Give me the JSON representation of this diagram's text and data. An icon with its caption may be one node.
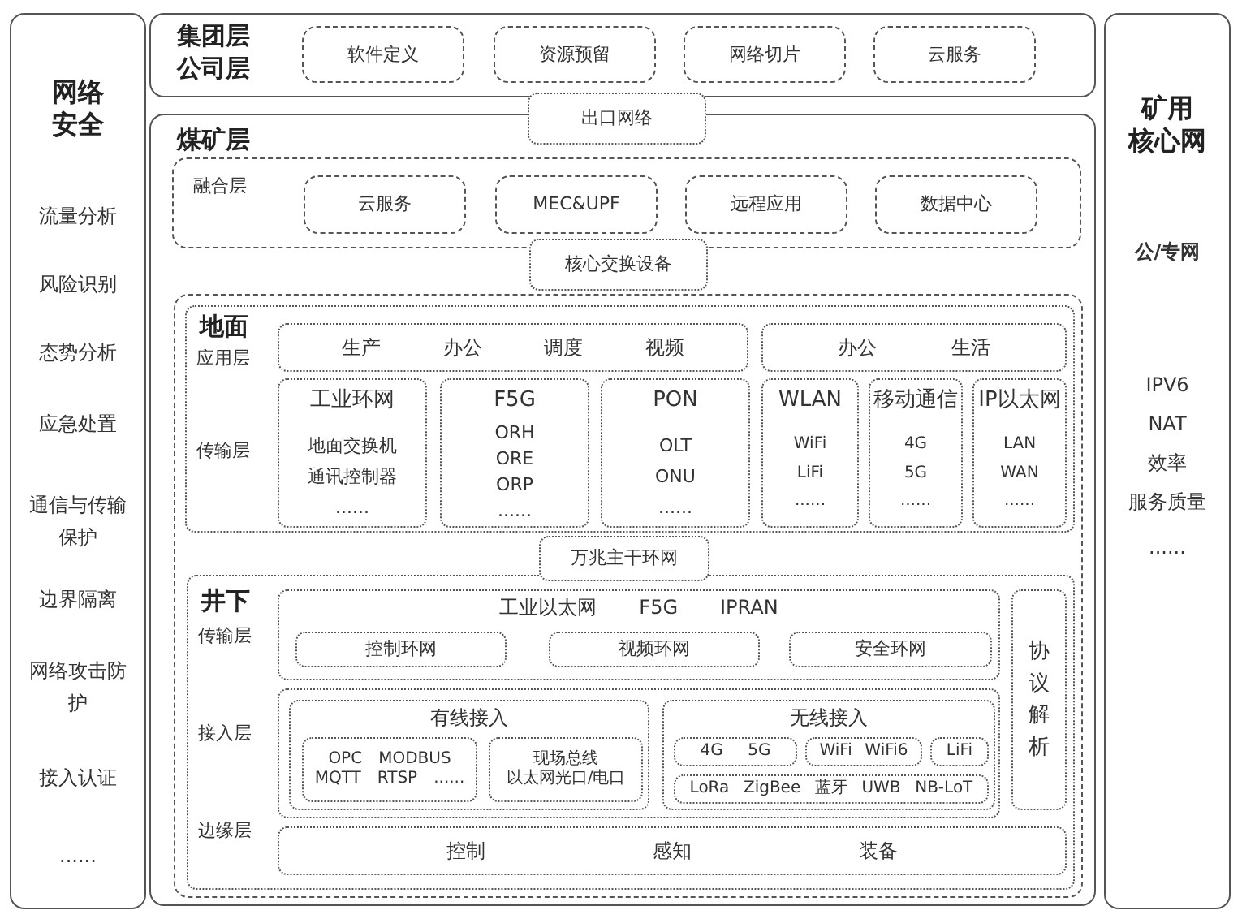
{
  "diagram": {
    "nodes": [
      {
        "text": [
          "网络安全",
          "流量分析",
          "风险识别",
          "态势分析",
          "应急处置",
          "通信与传输保护",
          "边界隔离",
          "网络攻击防护",
          "接入认证",
          "......"
        ]
      },
      {
        "text": [
          "集团层",
          "公司层"
        ]
      },
      {
        "text": [
          "软件定义"
        ],
        "in": 1
      },
      {
        "text": [
          "资源预留"
        ],
        "in": 1
      },
      {
        "text": [
          "网络切片"
        ],
        "in": 1
      },
      {
        "text": [
          "云服务"
        ],
        "in": 1
      },
      {
        "text": [
          "出口网络"
        ]
      },
      {
        "text": [
          "煤矿层"
        ]
      },
      {
        "text": [
          "融合层"
        ],
        "in": 7
      },
      {
        "text": [
          "云服务"
        ],
        "in": 8
      },
      {
        "text": [
          "MEC&UPF"
        ],
        "in": 8
      },
      {
        "text": [
          "远程应用"
        ],
        "in": 8
      },
      {
        "text": [
          "数据中心"
        ],
        "in": 8
      },
      {
        "text": [
          "核心交换设备"
        ],
        "in": 7
      },
      {
        "text": [],
        "shape": "box",
        "in": 7
      },
      {
        "text": [
          "地面",
          "应用层",
          "传输层"
        ],
        "in": 14
      },
      {
        "text": [
          "生产",
          "办公",
          "调度",
          "视频"
        ],
        "in": 15
      },
      {
        "text": [
          "办公",
          "生活"
        ],
        "in": 15
      },
      {
        "text": [
          "工业环网",
          "地面交换机",
          "通讯控制器",
          "......"
        ],
        "in": 15
      },
      {
        "text": [
          "F5G",
          "ORH",
          "ORE",
          "ORP",
          "......"
        ],
        "in": 15
      },
      {
        "text": [
          "PON",
          "OLT",
          "ONU",
          "......"
        ],
        "in": 15
      },
      {
        "text": [
          "WLAN",
          "WiFi",
          "LiFi",
          "......"
        ],
        "in": 15
      },
      {
        "text": [
          "移动通信",
          "4G",
          "5G",
          "......"
        ],
        "in": 15
      },
      {
        "text": [
          "IP以太网",
          "LAN",
          "WAN",
          "......"
        ],
        "in": 15
      },
      {
        "text": [
          "万兆主干环网"
        ],
        "in": 14
      },
      {
        "text": [
          "井下",
          "传输层",
          "接入层",
          "边缘层"
        ],
        "in": 14
      },
      {
        "text": [
          "工业以太网",
          "F5G",
          "IPRAN"
        ],
        "in": 25
      },
      {
        "text": [
          "控制环网"
        ],
        "in": 26
      },
      {
        "text": [
          "视频环网"
        ],
        "in": 26
      },
      {
        "text": [
          "安全环网"
        ],
        "in": 26
      },
      {
        "text": [],
        "shape": "box",
        "in": 25
      },
      {
        "text": [
          "有线接入"
        ],
        "in": 30
      },
      {
        "text": [
          "OPC",
          "MODBUS",
          "MQTT",
          "RTSP",
          "......"
        ],
        "in": 31
      },
      {
        "text": [
          "现场总线",
          "以太网光口/电口"
        ],
        "in": 31
      },
      {
        "text": [
          "无线接入"
        ],
        "in": 30
      },
      {
        "text": [
          "4G",
          "5G"
        ],
        "in": 34
      },
      {
        "text": [
          "WiFi",
          "WiFi6"
        ],
        "in": 34
      },
      {
        "text": [
          "LiFi"
        ],
        "in": 34
      },
      {
        "text": [
          "LoRa",
          "ZigBee",
          "蓝牙",
          "UWB",
          "NB-LoT"
        ],
        "in": 34
      },
      {
        "text": [
          "协议解析"
        ],
        "in": 25
      },
      {
        "text": [
          "控制",
          "感知",
          "装备"
        ],
        "in": 25
      },
      {
        "text": [
          "矿用",
          "核心网",
          "公/专网",
          "IPV6",
          "NAT",
          "效率",
          "服务质量",
          "......"
        ]
      }
    ]
  }
}
